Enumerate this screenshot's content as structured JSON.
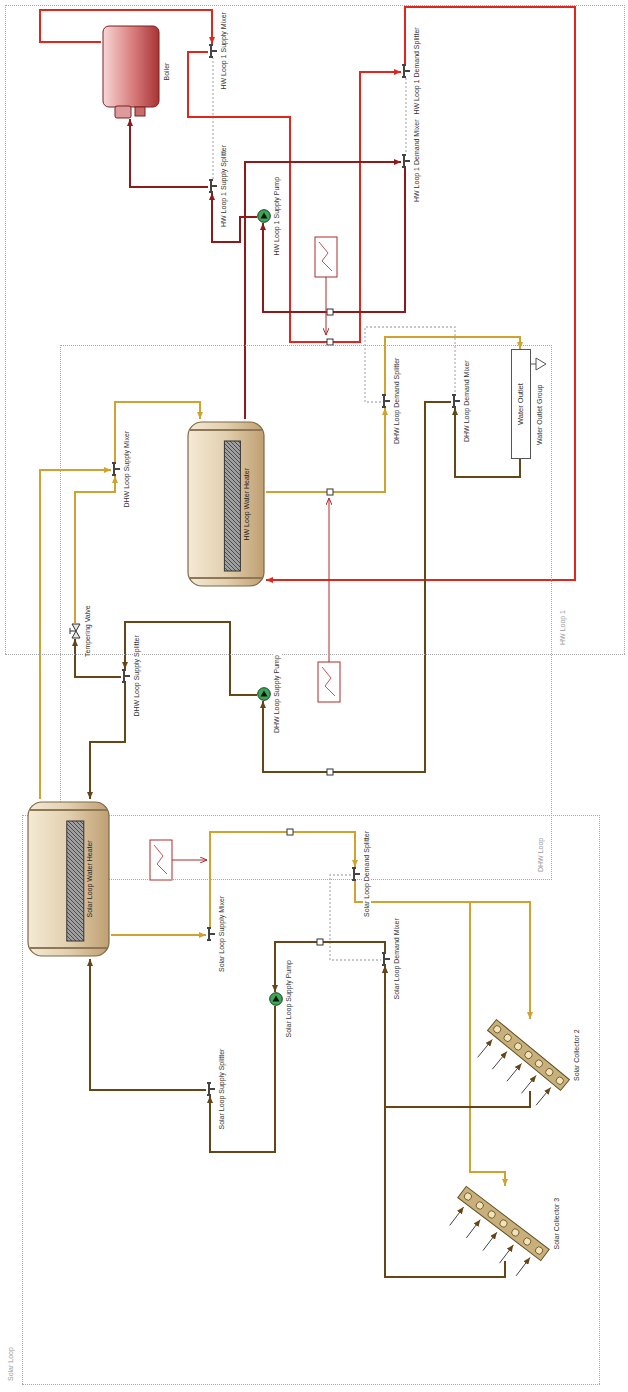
{
  "diagram": {
    "nodes": [
      {
        "text": [
          "HW Loop 1"
        ]
      },
      {
        "text": [
          "Boiler"
        ],
        "in": 0
      },
      {
        "text": [
          "HW Loop 1 Supply Mixer"
        ],
        "in": 0
      },
      {
        "text": [
          "HW Loop 1 Supply Splitter"
        ],
        "in": 0
      },
      {
        "text": [
          "HW Loop 1 Supply Pump"
        ],
        "in": 0
      },
      {
        "text": [
          "HW Loop 1 Demand Splitter"
        ],
        "in": 0
      },
      {
        "text": [
          "HW Loop 1 Demand Mixer"
        ],
        "in": 0
      },
      {
        "text": [
          "HW Loop Water Heater"
        ],
        "in": 0
      },
      {
        "text": [
          "DHW Loop"
        ]
      },
      {
        "text": [
          "DHW Loop Supply Mixer"
        ],
        "in": 8
      },
      {
        "text": [
          "Tempering Valve"
        ],
        "in": 8
      },
      {
        "text": [
          "DHW Loop Supply Splitter"
        ],
        "in": 8
      },
      {
        "text": [
          "DHW Loop Supply Pump"
        ],
        "in": 8
      },
      {
        "text": [
          "DHW Loop Demand Splitter"
        ],
        "in": 8
      },
      {
        "text": [
          "DHW Loop Demand Mixer"
        ],
        "in": 8
      },
      {
        "text": [
          "Water Outlet"
        ],
        "in": 8
      },
      {
        "text": [
          "Solar Loop"
        ]
      },
      {
        "text": [
          "Solar Loop Water Heater"
        ],
        "in": 16
      },
      {
        "text": [
          "Solar Loop Supply Mixer"
        ],
        "in": 16
      },
      {
        "text": [
          "Solar Loop Supply Pump"
        ],
        "in": 16
      },
      {
        "text": [
          "Solar Loop Supply Splitter"
        ],
        "in": 16
      },
      {
        "text": [
          "Solar Loop Demand Splitter"
        ],
        "in": 16
      },
      {
        "text": [
          "Solar Loop Demand Mixer"
        ],
        "in": 16
      },
      {
        "text": [
          "Solar Collector 2"
        ],
        "in": 16
      },
      {
        "text": [
          "Solar Collector 3"
        ],
        "in": 16
      }
    ],
    "edges": [
      {
        "from": 4,
        "to": 3,
        "arrow": "to"
      },
      {
        "from": 3,
        "to": 1,
        "arrow": "to"
      },
      {
        "from": 1,
        "to": 2,
        "arrow": "to"
      },
      {
        "from": 3,
        "to": 2,
        "arrow": "none"
      },
      {
        "from": 2,
        "to": 5,
        "arrow": "to"
      },
      {
        "from": 5,
        "to": 7,
        "arrow": "to"
      },
      {
        "from": 5,
        "to": 6,
        "arrow": "none"
      },
      {
        "from": 7,
        "to": 6,
        "arrow": "to"
      },
      {
        "from": 6,
        "to": 4,
        "arrow": "to"
      },
      {
        "from": 12,
        "to": 11,
        "arrow": "to"
      },
      {
        "from": 11,
        "to": 17,
        "arrow": "to"
      },
      {
        "from": 11,
        "to": 10,
        "arrow": "to"
      },
      {
        "from": 17,
        "to": 9,
        "arrow": "to"
      },
      {
        "from": 10,
        "to": 9,
        "arrow": "to"
      },
      {
        "from": 9,
        "to": 7,
        "arrow": "to"
      },
      {
        "from": 7,
        "to": 13,
        "arrow": "to"
      },
      {
        "from": 13,
        "to": 15,
        "arrow": "to"
      },
      {
        "from": 13,
        "to": 14,
        "arrow": "none"
      },
      {
        "from": 15,
        "to": 14,
        "arrow": "to"
      },
      {
        "from": 14,
        "to": 12,
        "arrow": "to"
      },
      {
        "from": 19,
        "to": 20,
        "arrow": "to"
      },
      {
        "from": 20,
        "to": 17,
        "arrow": "to"
      },
      {
        "from": 17,
        "to": 18,
        "arrow": "to"
      },
      {
        "from": 18,
        "to": 21,
        "arrow": "to"
      },
      {
        "from": 21,
        "to": 23,
        "arrow": "to"
      },
      {
        "from": 21,
        "to": 24,
        "arrow": "to"
      },
      {
        "from": 23,
        "to": 22,
        "arrow": "to"
      },
      {
        "from": 24,
        "to": 22,
        "arrow": "to"
      },
      {
        "from": 21,
        "to": 22,
        "arrow": "none"
      },
      {
        "from": 22,
        "to": 19,
        "arrow": "to"
      }
    ],
    "labels": [
      "Water Outlet Group"
    ]
  }
}
